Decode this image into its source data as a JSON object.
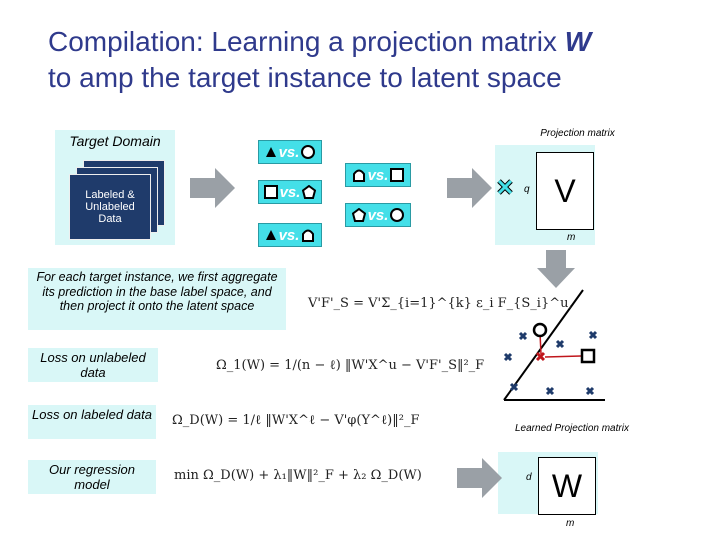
{
  "title": {
    "line1_prefix": "Compilation: Learning a projection matrix ",
    "line1_var": "W",
    "line2": "to amp the target instance to latent space"
  },
  "target_domain": {
    "label": "Target Domain",
    "data_label": "Labeled & Unlabeled Data"
  },
  "vs_label": "vs.",
  "projection": {
    "label": "Projection matrix",
    "q": "q",
    "matrix": "V",
    "m": "m"
  },
  "learned": {
    "label": "Learned Projection matrix",
    "d": "d",
    "matrix": "W",
    "m": "m"
  },
  "texts": {
    "aggregate": "For each target instance, we first aggregate its prediction in the base label space, and then project it onto the latent space",
    "loss_unlabeled": "Loss on unlabeled data",
    "loss_labeled": "Loss on labeled data",
    "regression": "Our regression model"
  },
  "equations": {
    "aggregate": "V'F'_S = V'Σ_{i=1}^{k} ε_i F_{S_i}^u,",
    "unlabeled": "Ω_1(W) = 1/(n − ℓ) ‖W'X^u − V'F'_S‖²_F",
    "labeled": "Ω_D(W) = 1/ℓ ‖W'X^ℓ − V'φ(Y^ℓ)‖²_F",
    "regression": "min Ω_D(W) + λ₁‖W‖²_F + λ₂ Ω_D(W)"
  },
  "colors": {
    "title": "#2f3a8c",
    "cyan": "#44dfe8",
    "navy": "#1f3b6b",
    "arrow": "#9aa0a6"
  }
}
